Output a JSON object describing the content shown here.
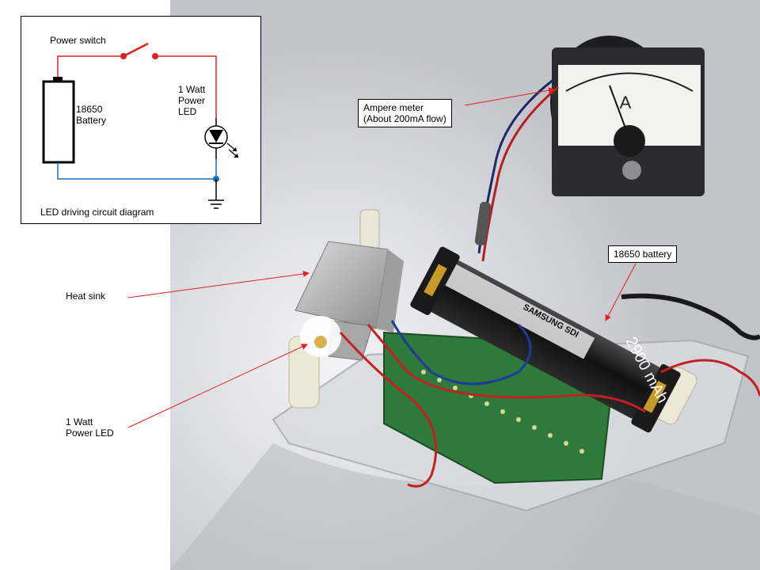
{
  "schematic": {
    "power_switch_label": "Power switch",
    "battery_label": "18650\nBattery",
    "led_label": "1 Watt\nPower\nLED",
    "caption": "LED driving circuit diagram"
  },
  "callouts": {
    "ampere_meter": "Ampere meter\n(About 200mA flow)",
    "battery": "18650 battery",
    "heat_sink": "Heat sink",
    "power_led": "1 Watt\nPower LED"
  },
  "photo_text": {
    "meter_unit": "A",
    "battery_brand": "SAMSUNG SDI",
    "battery_capacity": "2900 mAh"
  },
  "colors": {
    "wire_red": "#e02020",
    "wire_blue": "#1f6fb5",
    "callout_line": "#e02020"
  }
}
